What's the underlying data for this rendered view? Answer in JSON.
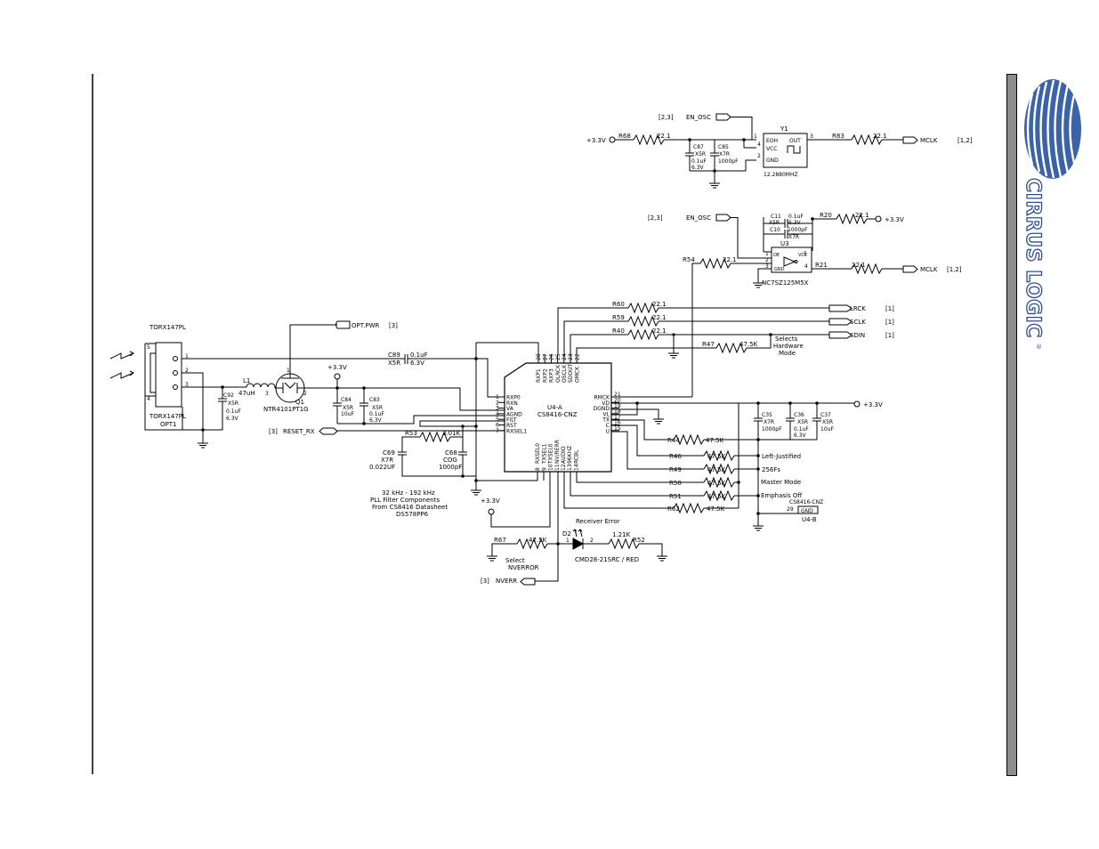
{
  "logo": {
    "text": "CIRRUS LOGIC",
    "mark": "®"
  },
  "osc1": {
    "en_ref": "[2,3]",
    "en_net": "EN_OSC",
    "pwr": "+3.3V",
    "r68": "R68",
    "r68v": "22.1",
    "c87": "C87",
    "c87d": "X5R",
    "c87v": "0.1uF",
    "c87r": "6.3V",
    "c85": "C85",
    "c85d": "X7R",
    "c85v": "1000pF",
    "y1": "Y1",
    "eoh": "EOH",
    "vcc": "VCC",
    "gnd": "GND",
    "out": "OUT",
    "pin1": "1",
    "pin2": "2",
    "pin3": "3",
    "pin4": "4",
    "freq": "12.2880MHZ",
    "r83": "R83",
    "r83v": "22.1",
    "mclk": "MCLK",
    "mclk_ref": "[1,2]"
  },
  "buf": {
    "en_ref": "[2,3]",
    "en_net": "EN_OSC",
    "c11": "C11",
    "c11d": "X5R",
    "c11v": "0.1uF",
    "c11r": "6.3V",
    "c10": "C10",
    "c10v": "1000pF",
    "c10d": "X7R",
    "r20": "R20",
    "r20v": "22.1",
    "pwr": "+3.3V",
    "u3": "U3",
    "oe": "OE",
    "vcc": "VCC",
    "gnd": "GND",
    "p1": "1",
    "p2": "2",
    "p3": "3",
    "p4": "4",
    "p5": "5",
    "r54": "R54",
    "r54v": "22.1",
    "r21": "R21",
    "r21v": "22.1",
    "mclk": "MCLK",
    "mclk_ref": "[1,2]",
    "part": "NC7SZ125M5X"
  },
  "opt": {
    "hdr_top": "TORX147PL",
    "hdr_bot": "TORX147PL",
    "ref": "OPT1",
    "p5": "5",
    "p1": "1",
    "p2": "2",
    "p3": "3",
    "p4": "4",
    "opt_pwr": "OPT.PWR",
    "opt_pwr_ref": "[3]",
    "c89": "C89",
    "c89d": "X5R",
    "c89v": "0.1uF",
    "c89r": "6.3V",
    "l1": "L1",
    "l1v": "47uH",
    "c92": "C92",
    "c92d": "X5R",
    "c92v": "0.1uF",
    "c92r": "6.3V",
    "q1": "Q1",
    "q1part": "NTR4101PT1G",
    "q3": "3",
    "q2": "2",
    "q1p": "1",
    "pwr": "+3.3V",
    "c84": "C84",
    "c84d": "X5R",
    "c84v": "10uF",
    "c83": "C83",
    "c83d": "X5R",
    "c83v": "0.1uF",
    "c83r": "6.3V",
    "reset_ref": "[3]",
    "reset": "RESET_RX",
    "r53": "R53",
    "r53v": "3.01K",
    "c69": "C69",
    "c69d": "X7R",
    "c69v": "0.022UF",
    "c68": "C68",
    "c68d": "COG",
    "c68v": "1000pF",
    "pll1": "32 kHz - 192 kHz",
    "pll2": "PLL Filter Components",
    "pll3": "From CS8416 Datasheet",
    "pll4": "DS578PP6"
  },
  "u4": {
    "ref": "U4-A",
    "part": "CS8416-CNZ",
    "left_pins": [
      {
        "num": "1",
        "name": "RXP0"
      },
      {
        "num": "2",
        "name": "RXN"
      },
      {
        "num": "3",
        "name": "VA"
      },
      {
        "num": "4",
        "name": "AGND"
      },
      {
        "num": "5",
        "name": "FILT"
      },
      {
        "num": "6",
        "name": "RST"
      },
      {
        "num": "7",
        "name": "RXSEL1"
      }
    ],
    "top_pins": [
      {
        "num": "28",
        "name": "RXP1"
      },
      {
        "num": "27",
        "name": "RXP2"
      },
      {
        "num": "26",
        "name": "RXP3"
      },
      {
        "num": "25",
        "name": "OLRCK"
      },
      {
        "num": "24",
        "name": "OSCLK"
      },
      {
        "num": "23",
        "name": "SDOUT"
      },
      {
        "num": "22",
        "name": "OMCK"
      }
    ],
    "right_pins": [
      {
        "num": "21",
        "name": "RMCK"
      },
      {
        "num": "20",
        "name": "VD"
      },
      {
        "num": "19",
        "name": "DGND"
      },
      {
        "num": "18",
        "name": "VL"
      },
      {
        "num": "17",
        "name": "TX"
      },
      {
        "num": "16",
        "name": "C"
      },
      {
        "num": "15",
        "name": "U"
      }
    ],
    "bottom_pins": [
      {
        "num": "8",
        "name": "RXSEL0"
      },
      {
        "num": "9",
        "name": "TXSEL1"
      },
      {
        "num": "10",
        "name": "TXSEL0"
      },
      {
        "num": "11",
        "name": "NV/RERR"
      },
      {
        "num": "12",
        "name": "AUDIO"
      },
      {
        "num": "13",
        "name": "96KHZ"
      },
      {
        "num": "14",
        "name": "RCBL"
      }
    ],
    "gnd_ref": "U4-B",
    "gnd_part": "CS8416-CNZ",
    "gnd_pin": "29",
    "gnd_name": "GND"
  },
  "outputs": {
    "r60": "R60",
    "r60v": "22.1",
    "lrck": "LRCK",
    "lrck_ref": "[1]",
    "r59": "R59",
    "r59v": "22.1",
    "sclk": "SCLK",
    "sclk_ref": "[1]",
    "r40": "R40",
    "r40v": "22.1",
    "sdin": "SDIN",
    "sdin_ref": "[1]",
    "r47": "R47",
    "r47v": "47.5K",
    "sel1": "Selects",
    "sel2": "Hardware",
    "sel3": "Mode"
  },
  "right": {
    "pwr": "+3.3V",
    "c35": "C35",
    "c35d": "X7R",
    "c35v": "1000pF",
    "c36": "C36",
    "c36d": "X5R",
    "c36v": "0.1uF",
    "c36r": "6.3V",
    "c37": "C37",
    "c37d": "X5R",
    "c37v": "10uF",
    "r44": "R44",
    "r44v": "47.5K",
    "r46": "R46",
    "r46v": "47.5K",
    "lj": "Left-Justified",
    "r49": "R49",
    "r49v": "47.5K",
    "fs": "256Fs",
    "r50": "R50",
    "r50v": "47.5K",
    "mm": "Master Mode",
    "r51": "R51",
    "r51v": "47.5K",
    "emph": "Emphasis Off",
    "r62": "R62",
    "r62v": "47.5K"
  },
  "err": {
    "pwr": "+3.3V",
    "recv": "Receiver Error",
    "d2": "D2",
    "d1p": "1",
    "d2p": "2",
    "r52v": "1.21K",
    "r52": "R52",
    "led": "CMD28-21SRC / RED",
    "r67": "R67",
    "r67v": "47.5K",
    "sel1": "Select",
    "sel2": "NVERROR",
    "nverr_ref": "[3]",
    "nverr": "NVERR"
  }
}
